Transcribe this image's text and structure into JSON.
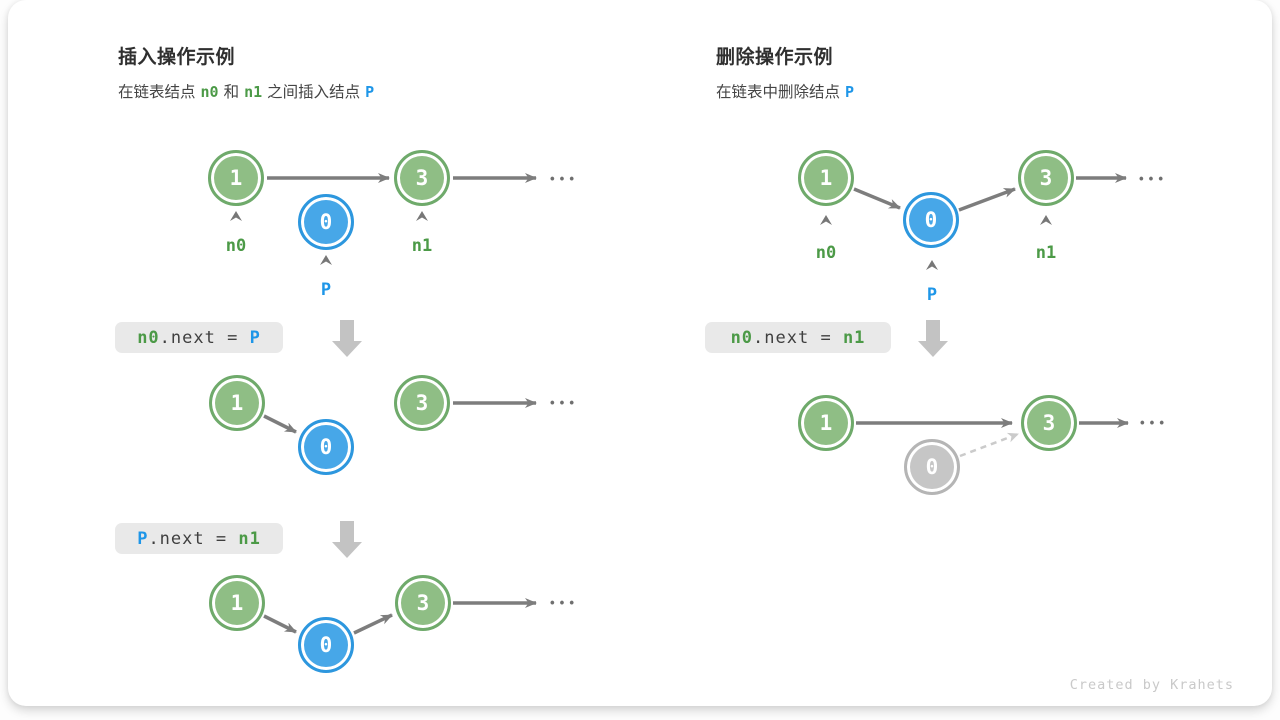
{
  "colors": {
    "green-fill": "#8FBE85",
    "green-ring": "#6FAA6B",
    "green-text": "#4C9A47",
    "blue-fill": "#47A7E8",
    "blue-ring": "#2D97DE",
    "blue-text": "#1E96E8",
    "gray-fill": "#C6C6C6",
    "gray-ring": "#B5B5B5",
    "arrow": "#7D7D7D",
    "arrow-light": "#CBCBCB",
    "block-arrow": "#C3C3C3",
    "code-bg": "#E9E9E9",
    "code-text": "#3F3F3F",
    "title": "#2F2F2F",
    "subtitle": "#454545",
    "caret": "#777777",
    "dots": "#6F6F6F",
    "footer": "#C9C9C9"
  },
  "insert_panel": {
    "title": "插入操作示例",
    "subtitle": {
      "t0": "在链表结点",
      "n0": "n0",
      "t1": "和",
      "n1": "n1",
      "t2": "之间插入结点",
      "p": "P"
    },
    "code_step1": {
      "a": "n0",
      "b": ".next = ",
      "c": "P"
    },
    "code_step2": {
      "a": "P",
      "b": ".next = ",
      "c": "n1"
    }
  },
  "delete_panel": {
    "title": "删除操作示例",
    "subtitle": {
      "t0": "在链表中删除结点",
      "p": "P"
    },
    "code_step1": {
      "a": "n0",
      "b": ".next = ",
      "c": "n1"
    }
  },
  "node_values": {
    "one": "1",
    "zero": "0",
    "three": "3"
  },
  "pointer_labels": {
    "n0": "n0",
    "n1": "n1",
    "p": "P"
  },
  "ellipsis": "•••",
  "footer": "Created by Krahets"
}
